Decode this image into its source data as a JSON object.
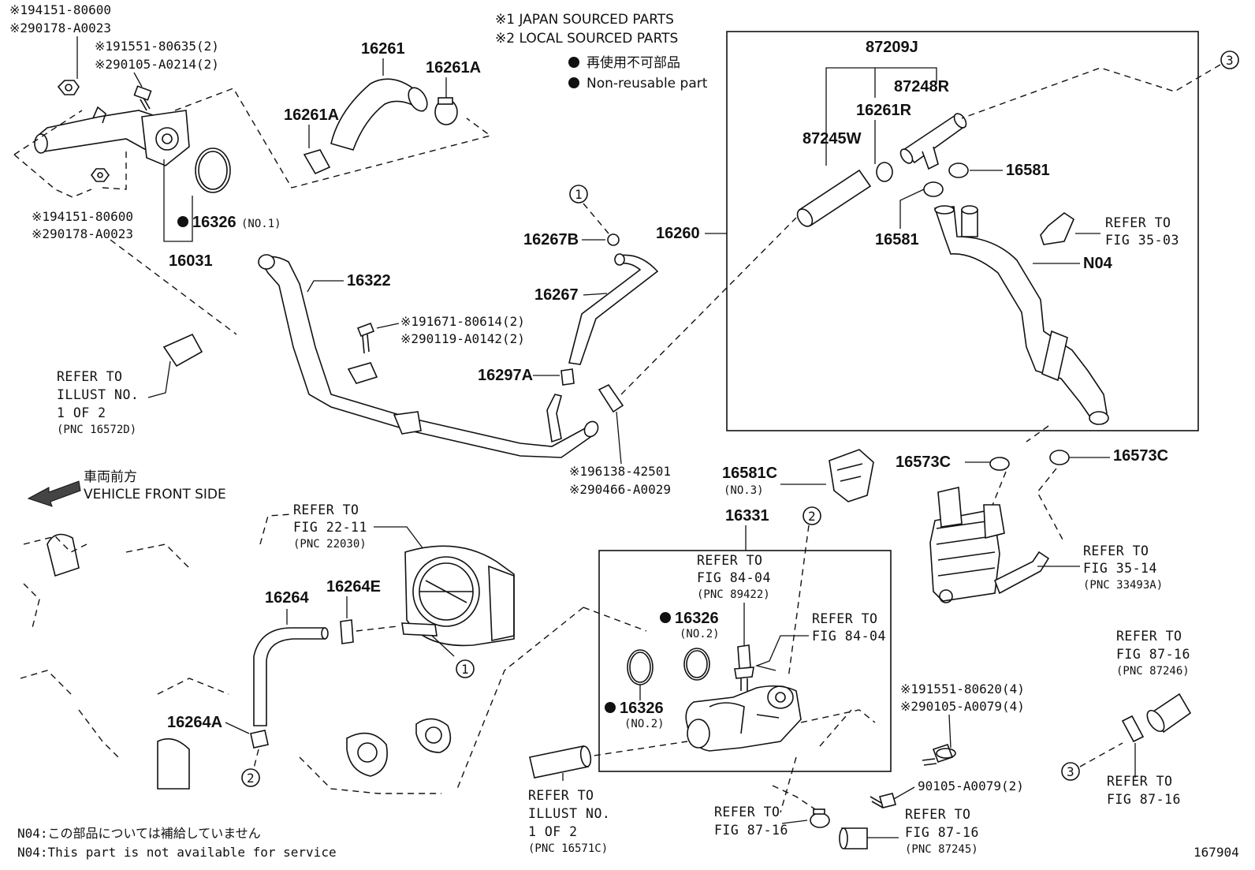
{
  "figure_id": "167904",
  "legend": {
    "japan": "※1 JAPAN SOURCED PARTS",
    "local": "※2 LOCAL SOURCED PARTS",
    "nonreuse_jp": "再使用不可部品",
    "nonreuse_en": "Non-reusable part"
  },
  "direction": {
    "jp": "車両前方",
    "en": "VEHICLE FRONT SIDE"
  },
  "footnotes": {
    "jp": "N04:この部品については補給していません",
    "en": "N04:This part is not available for service"
  },
  "parts": {
    "p1": "※194151-80600",
    "p2": "※290178-A0023",
    "p3": "※191551-80635(2)",
    "p4": "※290105-A0214(2)",
    "p5": "16261",
    "p6": "16261A",
    "p7": "16261A",
    "p8": "※194151-80600",
    "p9": "※290178-A0023",
    "p10": "16326",
    "p10b": "(NO.1)",
    "p11": "16031",
    "p12": "16322",
    "p13": "※191671-80614(2)",
    "p14": "※290119-A0142(2)",
    "p15": "16267B",
    "p16": "16267",
    "p17": "16297A",
    "p18": "※196138-42501",
    "p19": "※290466-A0029",
    "p20": "87209J",
    "p21": "87248R",
    "p22": "16261R",
    "p23": "87245W",
    "p24": "16581",
    "p25": "16581",
    "p26": "16260",
    "p27": "N04",
    "p28": "16581C",
    "p28b": "(NO.3)",
    "p29": "16573C",
    "p30": "16573C",
    "p31": "16331",
    "p32": "16326",
    "p32b": "(NO.2)",
    "p33": "16326",
    "p33b": "(NO.2)",
    "p34": "16264",
    "p35": "16264E",
    "p36": "16264A",
    "p37": "※191551-80620(4)",
    "p38": "※290105-A0079(4)",
    "p39": "90105-A0079(2)"
  },
  "refs": {
    "r1a": "REFER TO",
    "r1b": "ILLUST NO.",
    "r1c": "1 OF 2",
    "r1d": "(PNC 16572D)",
    "r2a": "REFER TO",
    "r2b": "FIG 35-03",
    "r3a": "REFER TO",
    "r3b": "FIG 22-11",
    "r3c": "(PNC 22030)",
    "r4a": "REFER TO",
    "r4b": "FIG 84-04",
    "r4c": "(PNC 89422)",
    "r5a": "REFER TO",
    "r5b": "FIG 84-04",
    "r6a": "REFER TO",
    "r6b": "FIG 35-14",
    "r6c": "(PNC 33493A)",
    "r7a": "REFER TO",
    "r7b": "FIG 87-16",
    "r7c": "(PNC 87246)",
    "r8a": "REFER TO",
    "r8b": "FIG 87-16",
    "r9a": "REFER TO",
    "r9b": "ILLUST NO.",
    "r9c": "1 OF 2",
    "r9d": "(PNC 16571C)",
    "r10a": "REFER TO",
    "r10b": "FIG 87-16",
    "r11a": "REFER TO",
    "r11b": "FIG 87-16",
    "r11c": "(PNC 87245)"
  },
  "callouts": {
    "c1": "1",
    "c1b": "1",
    "c2": "2",
    "c2b": "2",
    "c3": "3",
    "c3b": "3"
  }
}
